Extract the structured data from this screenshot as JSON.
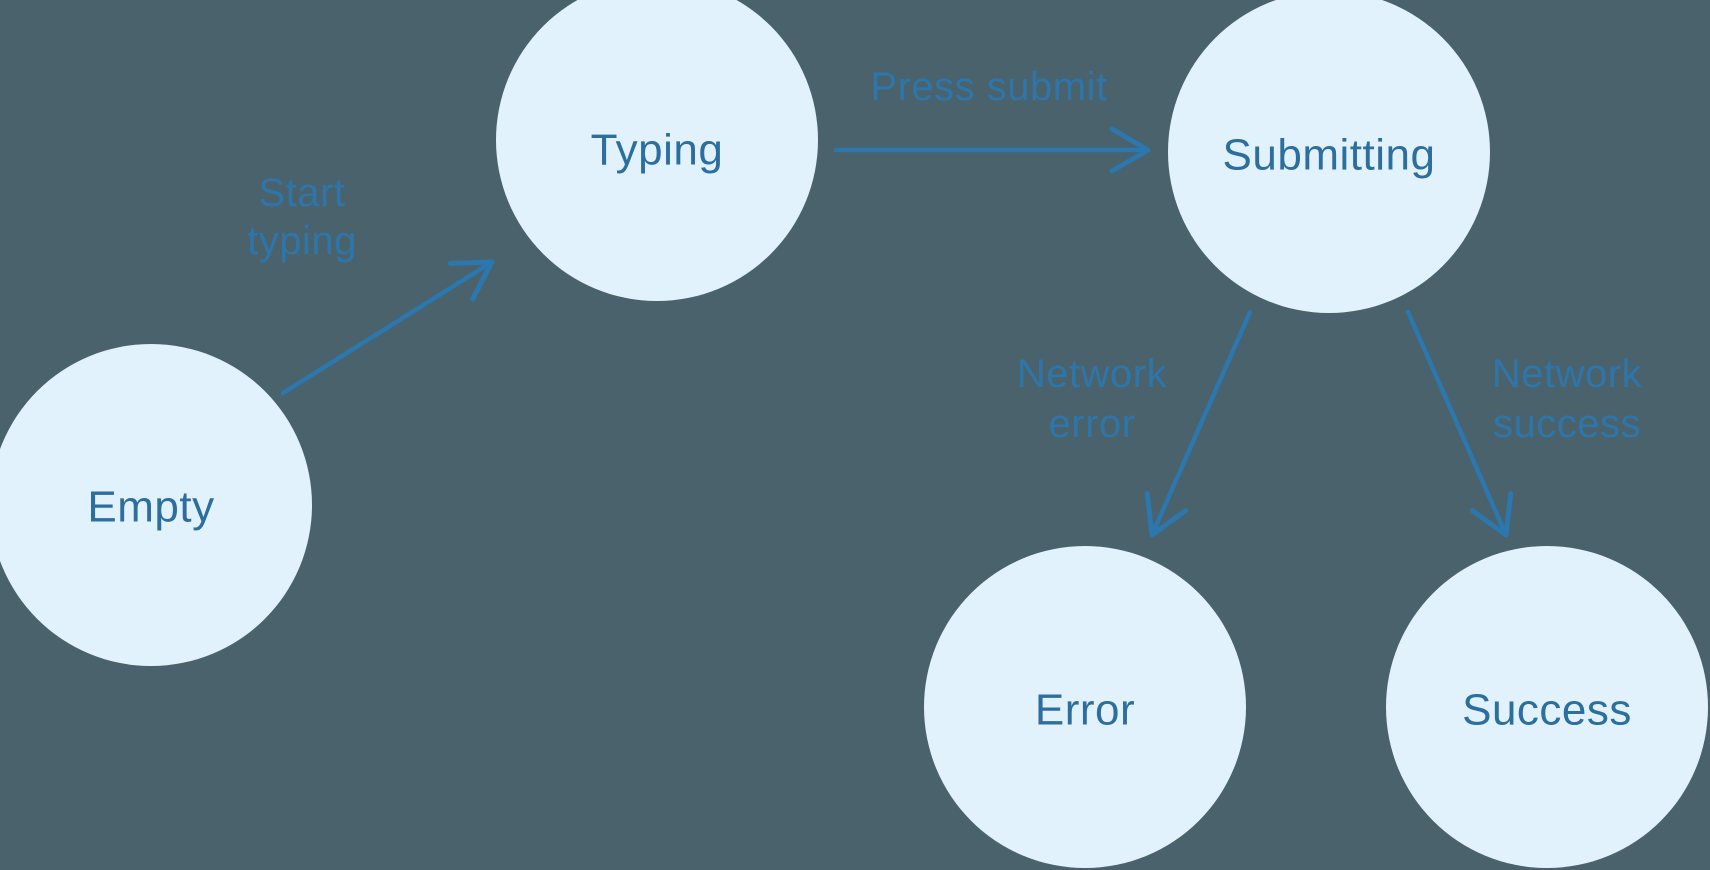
{
  "diagram": {
    "type": "state-machine",
    "colors": {
      "background": "#49626C",
      "node_fill": "#E1F2FD",
      "node_text": "#2C6E9E",
      "arrow": "#2B77AE",
      "transition_label": "#2E76AA"
    },
    "states": [
      {
        "id": "empty",
        "label": "Empty"
      },
      {
        "id": "typing",
        "label": "Typing"
      },
      {
        "id": "submitting",
        "label": "Submitting"
      },
      {
        "id": "error",
        "label": "Error"
      },
      {
        "id": "success",
        "label": "Success"
      }
    ],
    "transitions": [
      {
        "id": "start-typing",
        "from": "empty",
        "to": "typing",
        "label": "Start typing",
        "line1": "Start",
        "line2": "typing"
      },
      {
        "id": "press-submit",
        "from": "typing",
        "to": "submitting",
        "label": "Press submit",
        "line1": "Press submit",
        "line2": ""
      },
      {
        "id": "network-error",
        "from": "submitting",
        "to": "error",
        "label": "Network error",
        "line1": "Network",
        "line2": "error"
      },
      {
        "id": "network-success",
        "from": "submitting",
        "to": "success",
        "label": "Network success",
        "line1": "Network",
        "line2": "success"
      }
    ]
  }
}
